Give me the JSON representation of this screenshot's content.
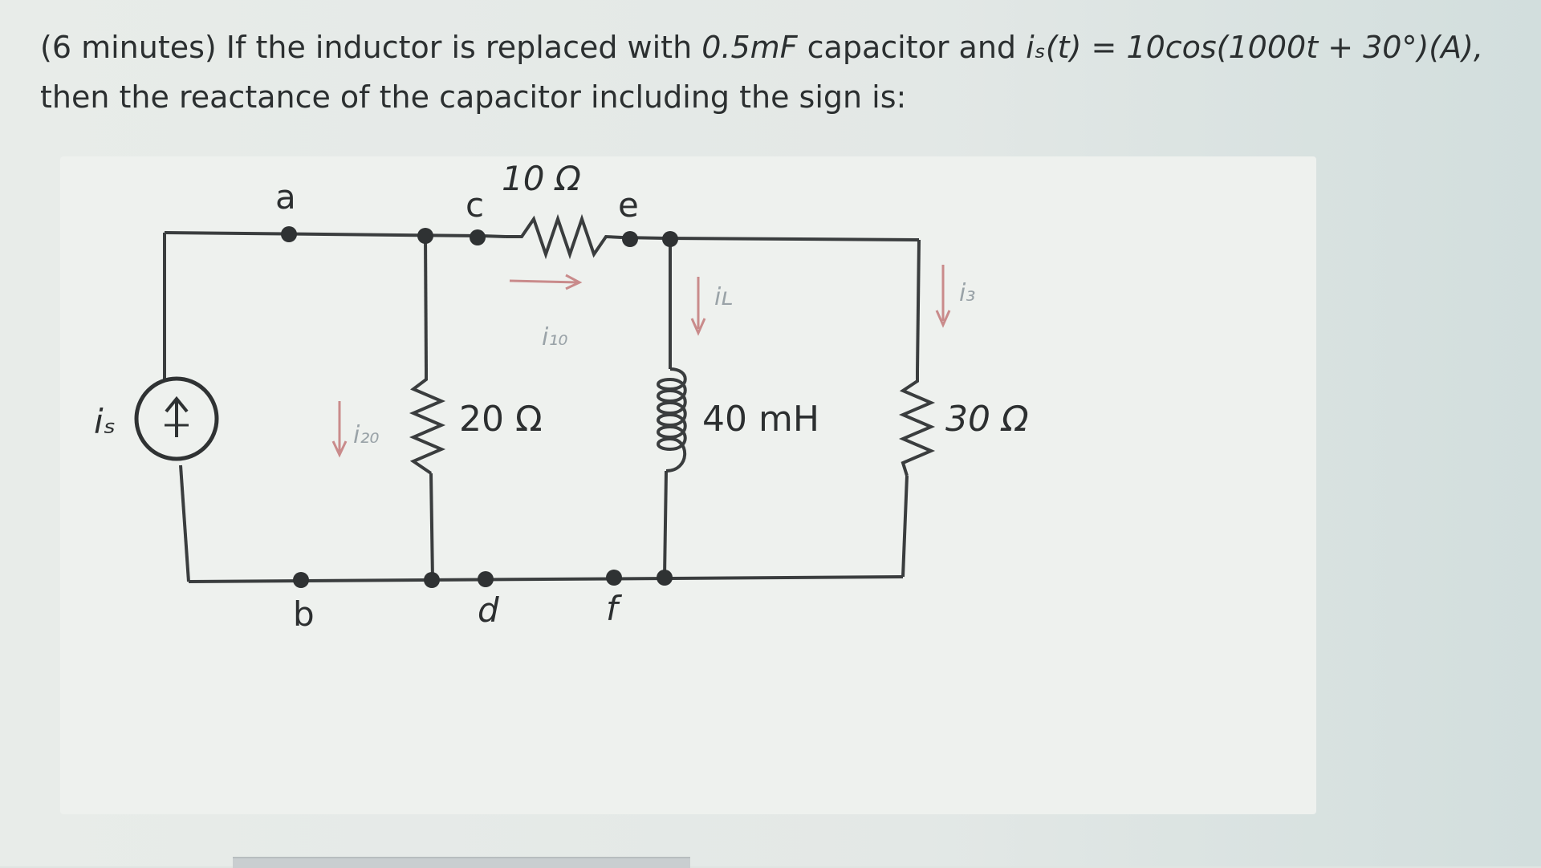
{
  "question": {
    "line1_prefix": "(6 minutes) If the inductor is replaced with ",
    "line1_cap": "0.5mF",
    "line1_mid": " capacitor and ",
    "line1_expr": "iₛ(t) = 10cos(1000t + 30°)(A),",
    "line2": "then the reactance of the capacitor including the sign is:"
  },
  "circuit": {
    "nodes": {
      "a": "a",
      "b": "b",
      "c": "c",
      "d": "d",
      "e": "e",
      "f": "f"
    },
    "source_label": "iₛ",
    "r_series": "10 Ω",
    "r_series_current": "i₁₀",
    "r_shunt": "20 Ω",
    "r_shunt_current": "i₂₀",
    "inductor": "40 mH",
    "inductor_current": "iʟ",
    "r_load": "30 Ω",
    "r_load_current": "i₃"
  }
}
